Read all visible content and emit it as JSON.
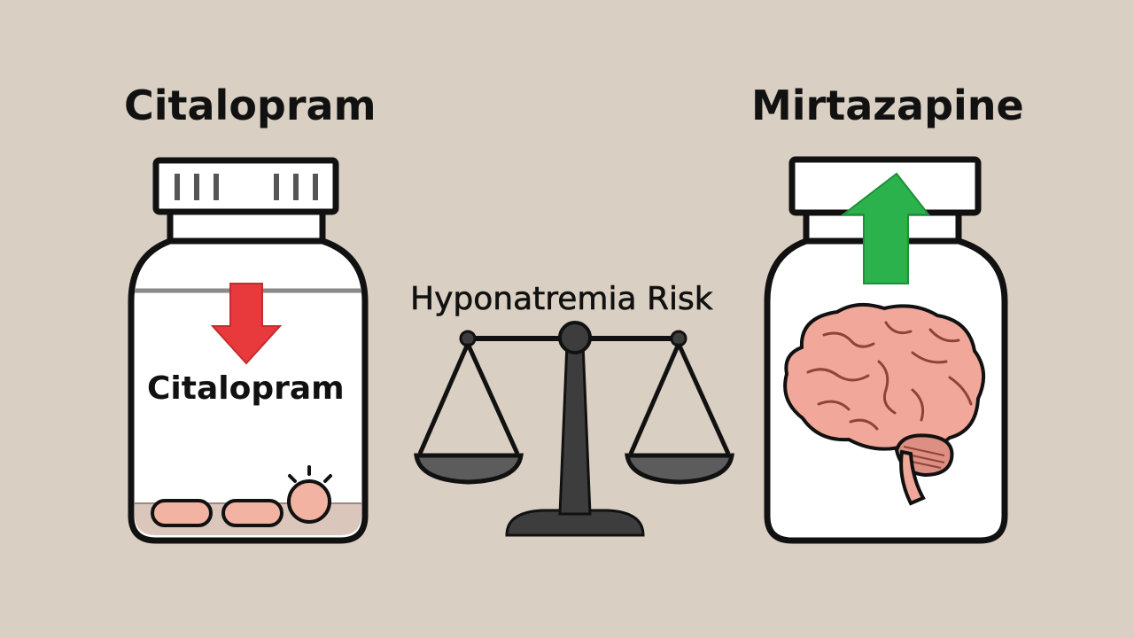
{
  "left_drug": {
    "name": "Citalopram",
    "bottle_label": "Citalopram",
    "arrow": "down-arrow-icon",
    "arrow_color": "#e8393c"
  },
  "right_drug": {
    "name": "Mirtazapine",
    "arrow": "up-arrow-icon",
    "arrow_color": "#2bb24c",
    "illustration": "brain-icon"
  },
  "center": {
    "label": "Hyponatremia Risk",
    "icon": "balance-scale-icon"
  },
  "colors": {
    "background": "#d9cfc2",
    "bottle_fill": "#ffffff",
    "outline": "#111111",
    "scale": "#3d3d3d",
    "pill": "#f2b3a2",
    "brain": "#f1a89a"
  }
}
